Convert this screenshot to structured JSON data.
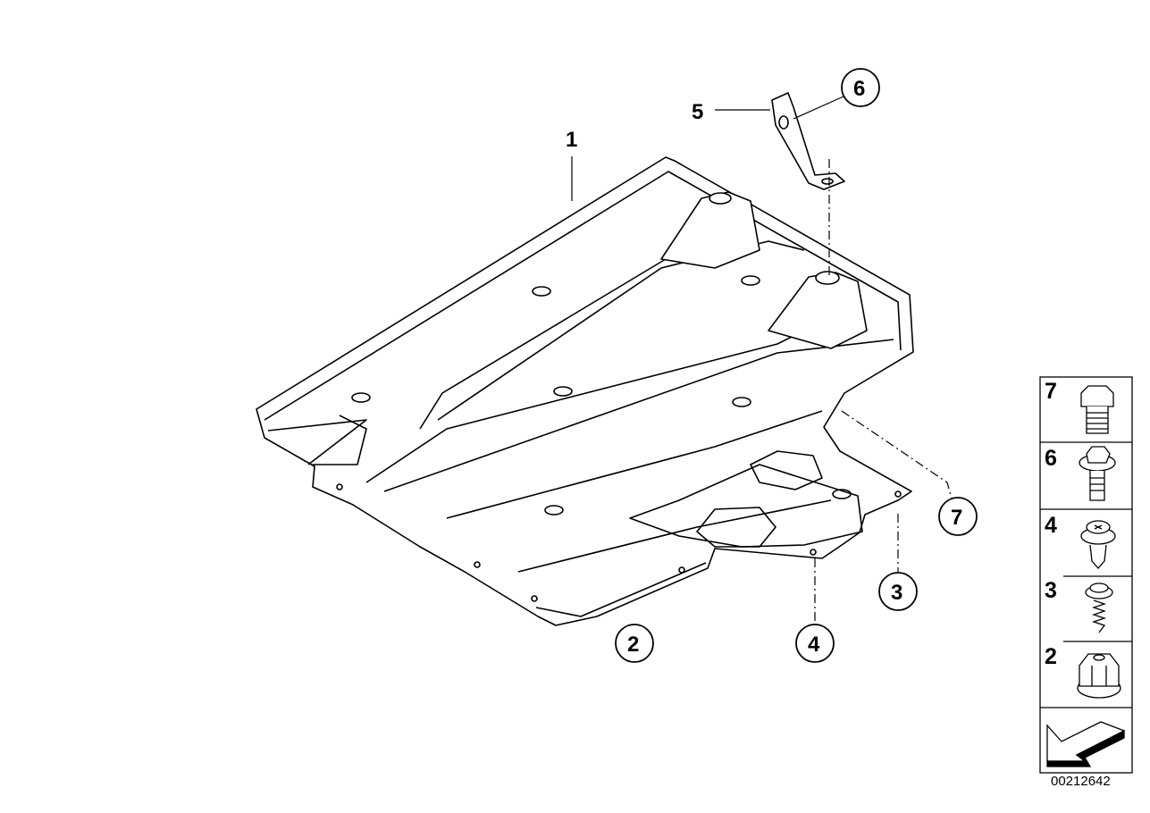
{
  "diagram": {
    "callouts": [
      {
        "id": "1",
        "circled": false
      },
      {
        "id": "2",
        "circled": true
      },
      {
        "id": "3",
        "circled": true
      },
      {
        "id": "4",
        "circled": true
      },
      {
        "id": "5",
        "circled": false
      },
      {
        "id": "6",
        "circled": true
      },
      {
        "id": "7",
        "circled": true
      }
    ],
    "legend": [
      {
        "number": "7",
        "part": "hex-bolt-icon"
      },
      {
        "number": "6",
        "part": "collar-bolt-icon"
      },
      {
        "number": "4",
        "part": "expanding-rivet-icon"
      },
      {
        "number": "3",
        "part": "tapping-screw-icon"
      },
      {
        "number": "2",
        "part": "hex-nut-icon"
      }
    ],
    "reference_number": "00212642"
  }
}
